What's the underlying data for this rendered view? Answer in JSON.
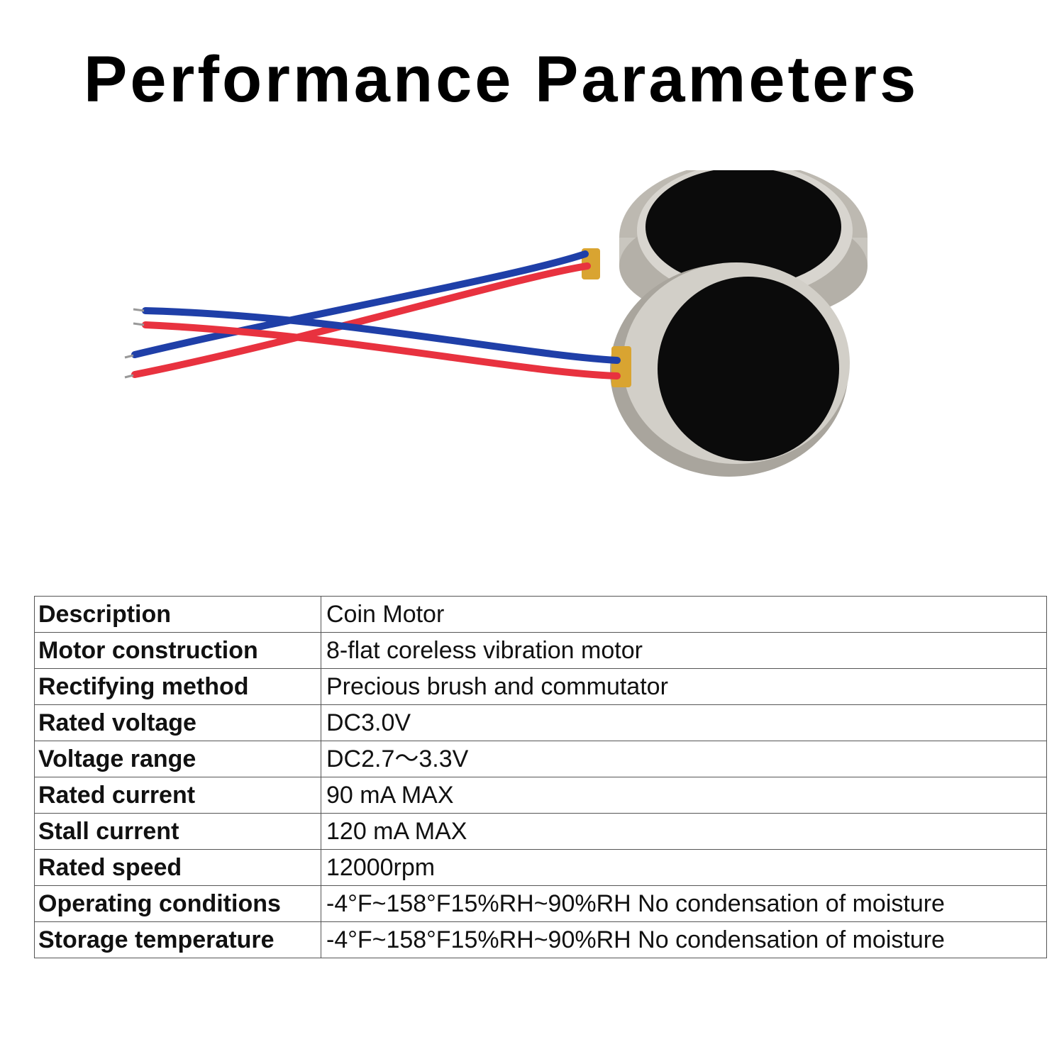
{
  "page": {
    "title": "Performance Parameters"
  },
  "image": {
    "subject": "two coin vibration motors with red and blue lead wires",
    "colors": {
      "motor_face": "#0b0b0b",
      "motor_rim": "#c9c6bf",
      "wire_red": "#e8323f",
      "wire_blue": "#1f3fa8",
      "solder_tab": "#d9a431"
    }
  },
  "table": {
    "rows": [
      {
        "label": "Description",
        "value": "Coin Motor"
      },
      {
        "label": "Motor construction",
        "value": "8-flat coreless vibration motor"
      },
      {
        "label": "Rectifying method",
        "value": "Precious brush and commutator"
      },
      {
        "label": "Rated voltage",
        "value": "DC3.0V"
      },
      {
        "label": "Voltage range",
        "value": "DC2.7～3.3V"
      },
      {
        "label": "Rated current",
        "value": "90 mA MAX"
      },
      {
        "label": "Stall current",
        "value": "120 mA MAX"
      },
      {
        "label": "Rated speed",
        "value": "12000rpm"
      },
      {
        "label": "Operating conditions",
        "value": "-4°F~158°F15%RH~90%RH No condensation of moisture"
      },
      {
        "label": "Storage temperature",
        "value": "-4°F~158°F15%RH~90%RH No condensation of moisture"
      }
    ]
  }
}
